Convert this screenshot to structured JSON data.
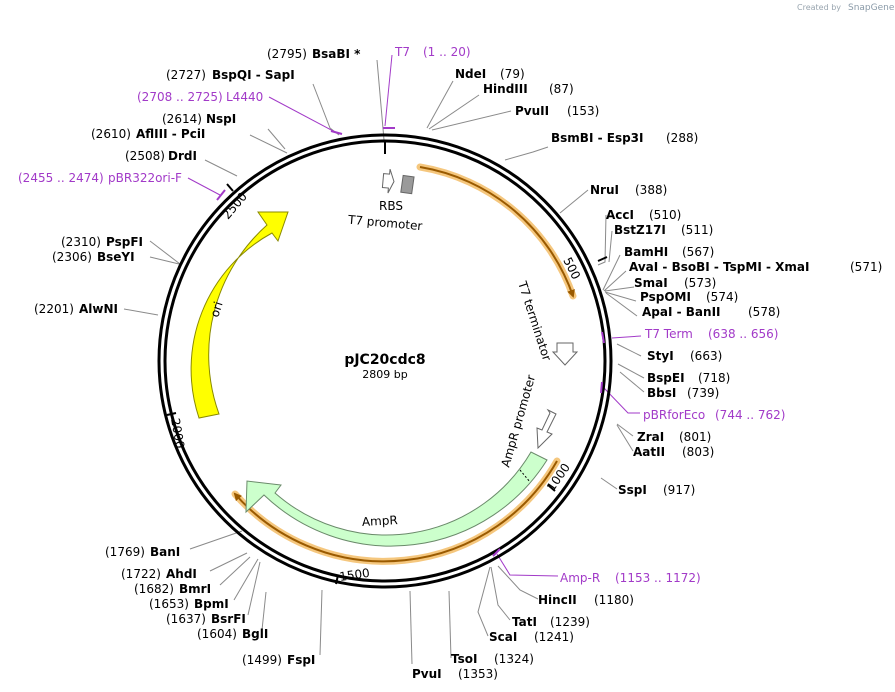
{
  "header": {
    "created_by": "Created by",
    "brand": "SnapGene"
  },
  "plasmid": {
    "name": "pJC20cdc8",
    "size": "2809 bp"
  },
  "ticks": [
    "500",
    "1000",
    "1500",
    "2000",
    "2500"
  ],
  "features": {
    "t7_promoter": "T7 promoter",
    "rbs": "RBS",
    "t7_terminator": "T7 terminator",
    "ampr_promoter": "AmpR promoter",
    "ampr": "AmpR",
    "ori": "ori"
  },
  "enzymes": [
    {
      "n": "BsaBI *",
      "p": "(2795)"
    },
    {
      "n": "BspQI  -  SapI",
      "p": "(2727)"
    },
    {
      "n": "NspI",
      "p": "(2614)"
    },
    {
      "n": "AflIII  -  PciI",
      "p": "(2610)"
    },
    {
      "n": "DrdI",
      "p": "(2508)"
    },
    {
      "n": "PspFI",
      "p": "(2310)"
    },
    {
      "n": "BseYI",
      "p": "(2306)"
    },
    {
      "n": "AlwNI",
      "p": "(2201)"
    },
    {
      "n": "NdeI",
      "p": "(79)"
    },
    {
      "n": "HindIII",
      "p": "(87)"
    },
    {
      "n": "PvuII",
      "p": "(153)"
    },
    {
      "n": "BsmBI  -  Esp3I",
      "p": "(288)"
    },
    {
      "n": "NruI",
      "p": "(388)"
    },
    {
      "n": "AccI",
      "p": "(510)"
    },
    {
      "n": "BstZ17I",
      "p": "(511)"
    },
    {
      "n": "BamHI",
      "p": "(567)"
    },
    {
      "n": "AvaI  -  BsoBI  -  TspMI  -  XmaI",
      "p": "(571)"
    },
    {
      "n": "SmaI",
      "p": "(573)"
    },
    {
      "n": "PspOMI",
      "p": "(574)"
    },
    {
      "n": "ApaI  -  BanII",
      "p": "(578)"
    },
    {
      "n": "StyI",
      "p": "(663)"
    },
    {
      "n": "BspEI",
      "p": "(718)"
    },
    {
      "n": "BbsI",
      "p": "(739)"
    },
    {
      "n": "ZraI",
      "p": "(801)"
    },
    {
      "n": "AatII",
      "p": "(803)"
    },
    {
      "n": "SspI",
      "p": "(917)"
    },
    {
      "n": "HincII",
      "p": "(1180)"
    },
    {
      "n": "TatI",
      "p": "(1239)"
    },
    {
      "n": "ScaI",
      "p": "(1241)"
    },
    {
      "n": "TsoI",
      "p": "(1324)"
    },
    {
      "n": "PvuI",
      "p": "(1353)"
    },
    {
      "n": "FspI",
      "p": "(1499)"
    },
    {
      "n": "BglI",
      "p": "(1604)"
    },
    {
      "n": "BsrFI",
      "p": "(1637)"
    },
    {
      "n": "BpmI",
      "p": "(1653)"
    },
    {
      "n": "BmrI",
      "p": "(1682)"
    },
    {
      "n": "AhdI",
      "p": "(1722)"
    },
    {
      "n": "BanI",
      "p": "(1769)"
    }
  ],
  "primers": [
    {
      "n": "T7",
      "p": "(1 .. 20)"
    },
    {
      "n": "L4440",
      "p": "(2708 .. 2725)"
    },
    {
      "n": "pBR322ori-F",
      "p": "(2455 .. 2474)"
    },
    {
      "n": "T7 Term",
      "p": "(638 .. 656)"
    },
    {
      "n": "pBRforEco",
      "p": "(744 .. 762)"
    },
    {
      "n": "Amp-R",
      "p": "(1153 .. 1172)"
    }
  ],
  "colors": {
    "backbone": "#000000",
    "primer": "#a23ac8",
    "ori_fill": "#ffff00",
    "ampr_fill": "#ccffcc",
    "orf_glow": "#f5c77e",
    "orf_line": "#9a5a00"
  }
}
